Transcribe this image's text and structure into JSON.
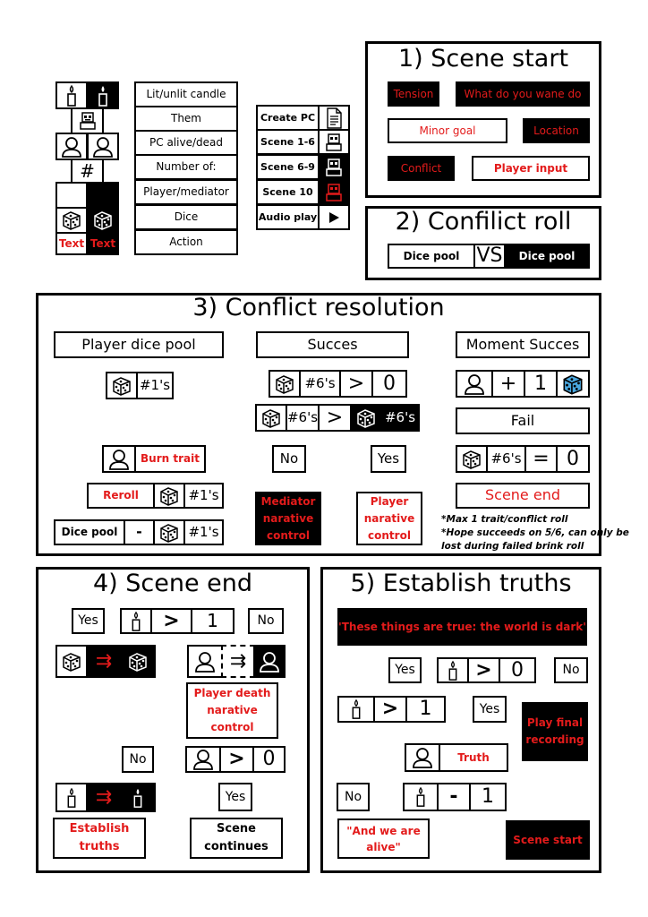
{
  "legend": {
    "items": [
      "Lit/unlit candle",
      "Them",
      "PC alive/dead",
      "Number of:",
      "Player/mediator",
      "Dice",
      "Action"
    ],
    "number_symbol": "#",
    "text_label": "Text",
    "scene_items": [
      "Create PC",
      "Scene 1-6",
      "Scene 6-9",
      "Scene 10",
      "Audio play"
    ]
  },
  "scene_start": {
    "title": "1) Scene start",
    "tension": "Tension",
    "what": "What do you wane do",
    "minor_goal": "Minor goal",
    "location": "Location",
    "conflict": "Conflict",
    "player_input": "Player input"
  },
  "conflict_roll": {
    "title": "2) Confilict roll",
    "pool_a": "Dice pool",
    "vs": "VS",
    "pool_b": "Dice pool"
  },
  "conflict_resolution": {
    "title": "3) Conflict resolution",
    "player_dice_pool": "Player dice pool",
    "ones": "#1's",
    "burn_trait": "Burn trait",
    "reroll": "Reroll",
    "dice_pool": "Dice pool",
    "minus": "-",
    "succes": "Succes",
    "sixes": "#6's",
    "gt": ">",
    "zero": "0",
    "no": "No",
    "yes": "Yes",
    "mediator_control": "Mediator narative control",
    "player_control": "Player narative control",
    "moment_succes": "Moment Succes",
    "plus": "+",
    "one": "1",
    "fail": "Fail",
    "eq": "=",
    "scene_end": "Scene end",
    "note1": "*Max 1 trait/conflict roll",
    "note2": "*Hope succeeds on 5/6, can only be",
    "note3": "lost during failed brink roll"
  },
  "scene_end_panel": {
    "title": "4) Scene end",
    "yes": "Yes",
    "no": "No",
    "gt": ">",
    "one": "1",
    "zero": "0",
    "arrow": "⇉",
    "player_death": "Player death narative control",
    "establish": "Establish truths",
    "continues": "Scene continues"
  },
  "establish_truths": {
    "title": "5) Establish truths",
    "quote": "\"These things are true: the world is dark\"",
    "yes": "Yes",
    "no": "No",
    "gt": ">",
    "zero": "0",
    "one": "1",
    "minus": "-",
    "final_recording": "Play final recording",
    "truth": "Truth",
    "alive": "\"And we are alive\"",
    "scene_start": "Scene start"
  },
  "colors": {
    "accent_red": "#e31b1b",
    "dice_blue": "#4aa8e0",
    "ink": "#000000"
  },
  "icons": [
    "candle-icon",
    "robot-icon",
    "person-icon",
    "dice-icon",
    "document-icon",
    "play-icon"
  ]
}
